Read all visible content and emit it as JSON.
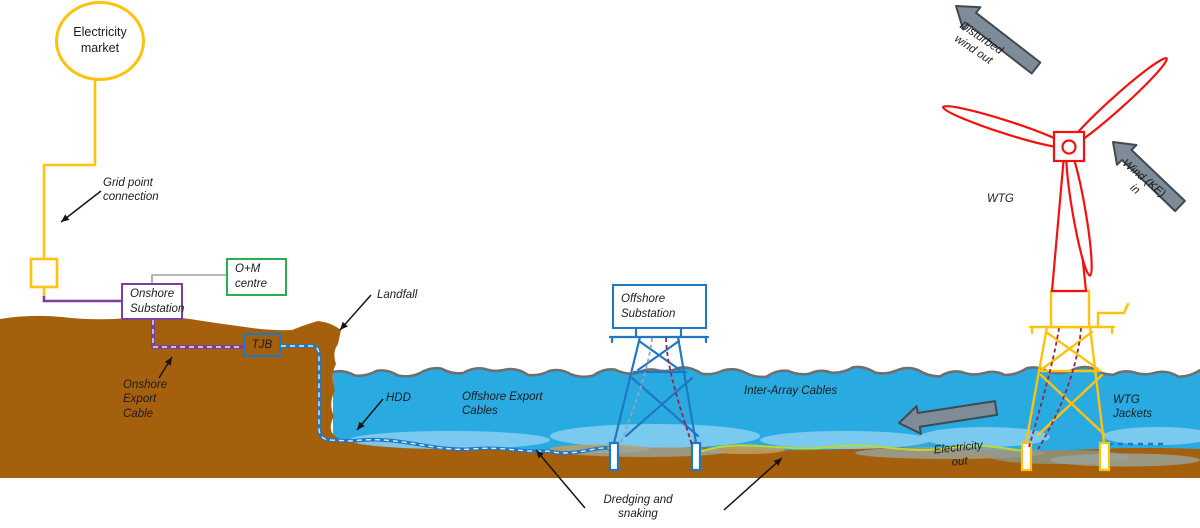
{
  "title": "Offshore wind farm system diagram",
  "colors": {
    "yellow": "#FFC20E",
    "purple": "#7D3F98",
    "green": "#2BAE4E",
    "blue": "#1F78C1",
    "red": "#F5100D",
    "land": "#A5600E",
    "sea": "#29ABE2",
    "sealight": "#7ECBF0",
    "sealine": "#6F6F6F",
    "grayline": "#9AA2AA",
    "arrowfill": "#7E8C99",
    "arrowstroke": "#3F4A52",
    "cablegreen": "#BFD730",
    "cabledash": "#9B2445",
    "text": "#1C1C1C"
  },
  "labels": {
    "electricity_market": [
      "Electricity",
      "market"
    ],
    "grid_point": [
      "Grid point",
      "connection"
    ],
    "onshore_substation": [
      "Onshore",
      "Substation"
    ],
    "om_centre": [
      "O+M",
      "centre"
    ],
    "tjb": "TJB",
    "onshore_export_cable": [
      "Onshore",
      "Export",
      "Cable"
    ],
    "landfall": "Landfall",
    "hdd": "HDD",
    "offshore_export_cables": [
      "Offshore Export",
      "Cables"
    ],
    "offshore_substation": [
      "Offshore",
      "Substation"
    ],
    "inter_array_cables": "Inter-Array Cables",
    "dredging": [
      "Dredging and",
      "snaking"
    ],
    "electricity_out": [
      "Electricity",
      "out"
    ],
    "wtg": "WTG",
    "wtg_jackets": [
      "WTG",
      "Jackets"
    ],
    "wind_in": [
      "Wind (KE)",
      "in"
    ],
    "disturbed_wind": [
      "Disturbed",
      "wind out"
    ]
  }
}
